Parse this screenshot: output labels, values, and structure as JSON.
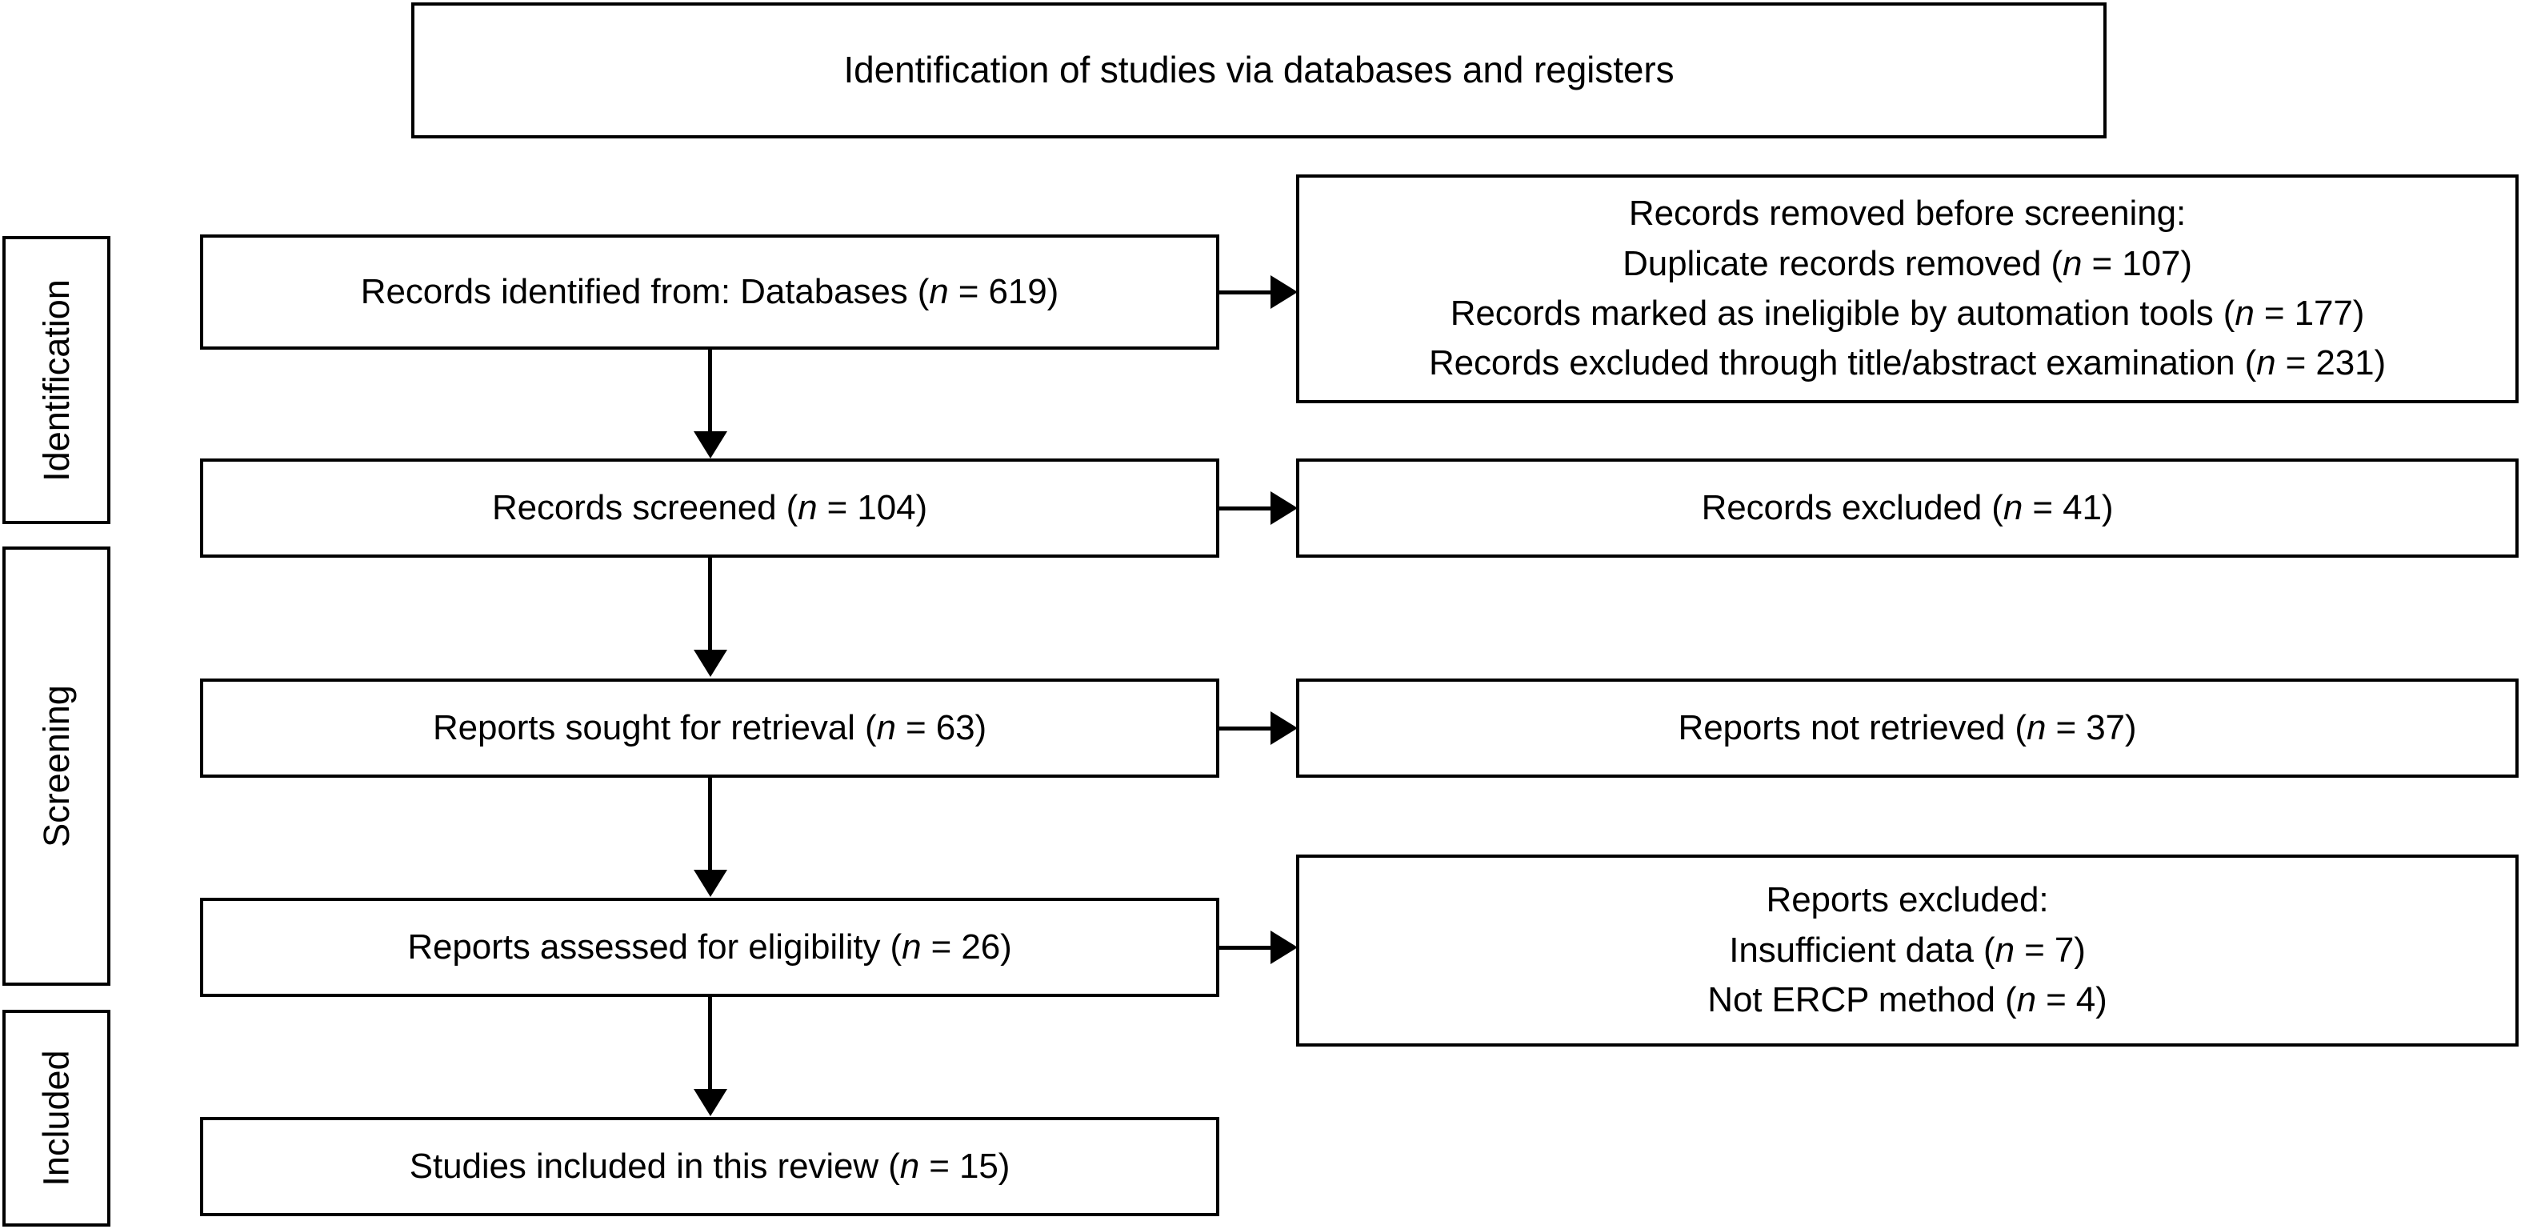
{
  "diagram": {
    "type": "prisma-flow-diagram",
    "header": {
      "title": "Identification of studies via databases and registers"
    },
    "stages": [
      {
        "id": "identification",
        "label": "Identification"
      },
      {
        "id": "screening",
        "label": "Screening"
      },
      {
        "id": "included",
        "label": "Included"
      }
    ],
    "flow_boxes": [
      {
        "id": "records-identified",
        "text": "Records identified from: Databases (n = 619)",
        "count": 619
      },
      {
        "id": "records-screened",
        "text": "Records screened (n = 104)",
        "count": 104
      },
      {
        "id": "reports-sought",
        "text": "Reports sought for retrieval (n = 63)",
        "count": 63
      },
      {
        "id": "reports-assessed",
        "text": "Reports assessed for eligibility (n = 26)",
        "count": 26
      },
      {
        "id": "studies-included",
        "text": "Studies included in this review (n = 15)",
        "count": 15
      }
    ],
    "exclusion_boxes": [
      {
        "id": "records-removed",
        "text": "Records removed before screening:\nDuplicate records removed (n = 107)\nRecords marked as ineligible by automation tools (n = 177)\nRecords excluded through title/abstract examination (n = 231)",
        "lines": [
          "Records removed before screening:",
          "Duplicate records removed (n = 107)",
          "Records marked as ineligible by automation tools (n = 177)",
          "Records excluded through title/abstract examination (n = 231)"
        ],
        "counts": [
          107,
          177,
          231
        ]
      },
      {
        "id": "records-excluded",
        "text": "Records excluded (n = 41)",
        "count": 41
      },
      {
        "id": "reports-not-retrieved",
        "text": "Reports not retrieved (n = 37)",
        "count": 37
      },
      {
        "id": "reports-excluded",
        "text": "Reports excluded:\nInsufficient data (n = 7)\nNot ERCP method (n = 4)",
        "lines": [
          "Reports excluded:",
          "Insufficient data (n = 7)",
          "Not ERCP method (n = 4)"
        ],
        "counts": [
          7,
          4
        ]
      }
    ],
    "colors": {
      "stroke": "#000000",
      "background": "#ffffff",
      "text": "#000000"
    }
  }
}
